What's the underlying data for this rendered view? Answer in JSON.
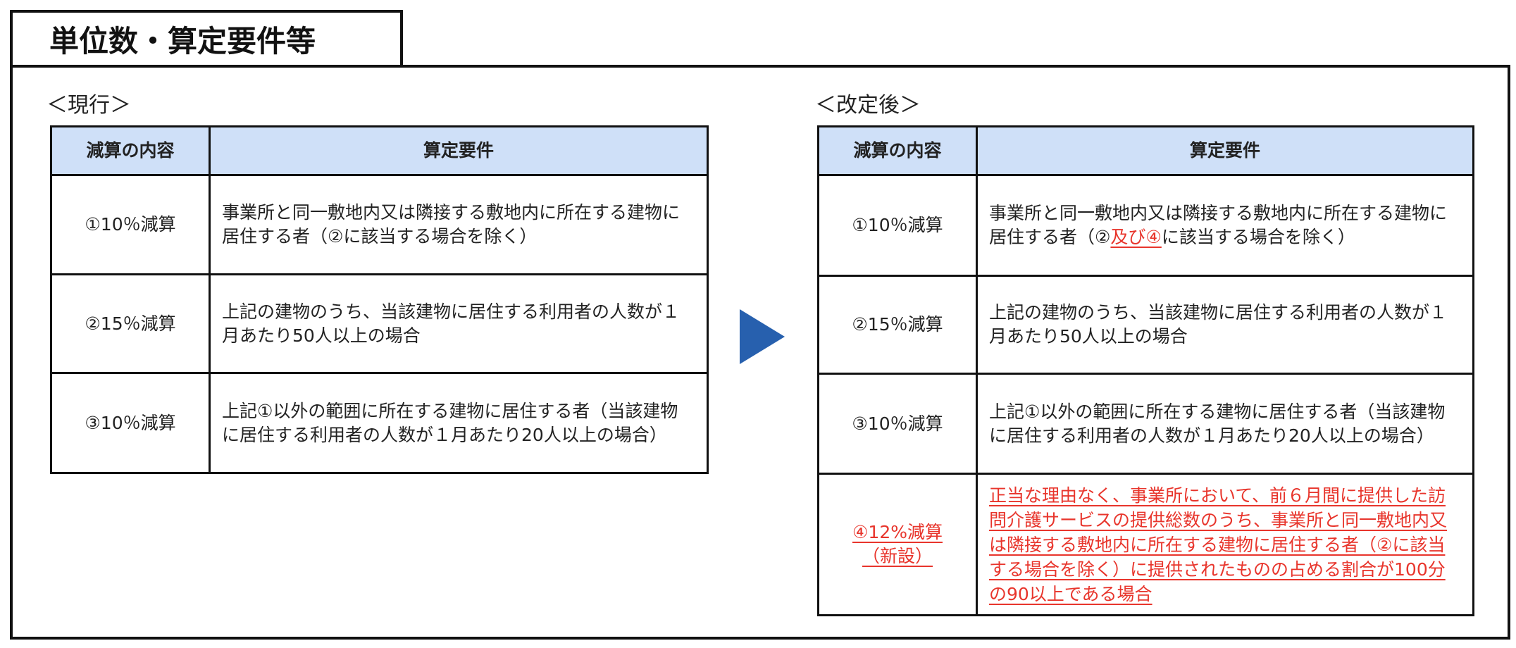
{
  "title": "単位数・算定要件等",
  "current": {
    "label": "＜現行＞",
    "headers": [
      "減算の内容",
      "算定要件"
    ],
    "rows": [
      {
        "type": "①10％減算",
        "req": "事業所と同一敷地内又は隣接する敷地内に所在する建物に居住する者（②に該当する場合を除く）"
      },
      {
        "type": "②15％減算",
        "req": "上記の建物のうち、当該建物に居住する利用者の人数が１月あたり50人以上の場合"
      },
      {
        "type": "③10％減算",
        "req": "上記①以外の範囲に所在する建物に居住する者（当該建物に居住する利用者の人数が１月あたり20人以上の場合）"
      }
    ]
  },
  "revised": {
    "label": "＜改定後＞",
    "headers": [
      "減算の内容",
      "算定要件"
    ],
    "rows": [
      {
        "type": "①10％減算",
        "req_a": "事業所と同一敷地内又は隣接する敷地内に所在する建物に居住する者（②",
        "req_red": "及び④",
        "req_b": "に該当する場合を除く）"
      },
      {
        "type": "②15％減算",
        "req": "上記の建物のうち、当該建物に居住する利用者の人数が１月あたり50人以上の場合"
      },
      {
        "type": "③10％減算",
        "req": "上記①以外の範囲に所在する建物に居住する者（当該建物に居住する利用者の人数が１月あたり20人以上の場合）"
      },
      {
        "type": "④12%減算",
        "type_note": "（新設）",
        "req": "正当な理由なく、事業所において、前６月間に提供した訪問介護サービスの提供総数のうち、事業所と同一敷地内又は隣接する敷地内に所在する建物に居住する者（②に該当する場合を除く）に提供されたものの占める割合が100分の90以上である場合"
      }
    ]
  },
  "colors": {
    "header_bg": "#cfe0f8",
    "new_text": "#e8352c",
    "arrow": "#2760ae"
  }
}
